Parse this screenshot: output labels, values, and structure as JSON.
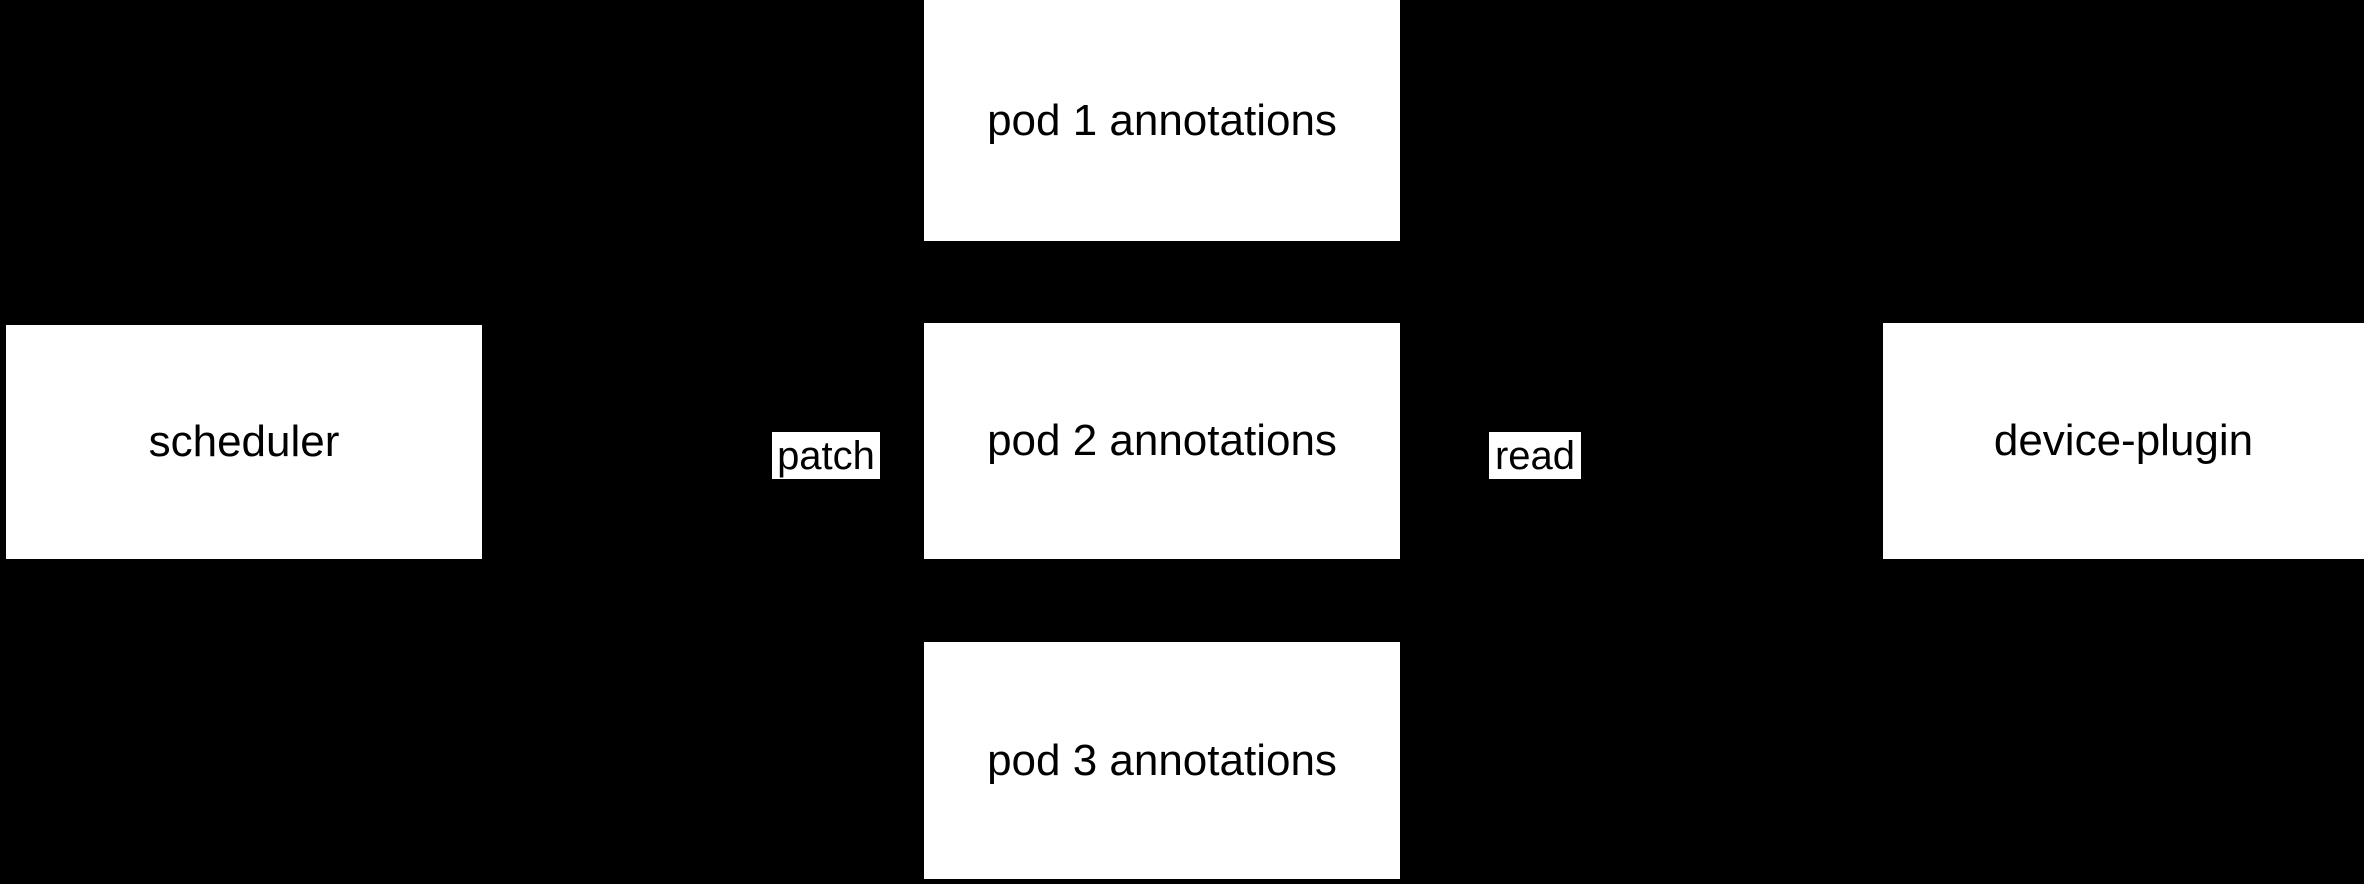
{
  "diagram": {
    "title": "scheduler device-plugin pod annotations flow",
    "background_color": "#000000",
    "node_fill_color": "#ffffff",
    "node_text_color": "#000000",
    "nodes": [
      {
        "id": "scheduler",
        "label": "scheduler"
      },
      {
        "id": "pod1",
        "label": "pod 1 annotations"
      },
      {
        "id": "pod2",
        "label": "pod 2 annotations"
      },
      {
        "id": "pod3",
        "label": "pod 3 annotations"
      },
      {
        "id": "device-plugin",
        "label": "device-plugin"
      }
    ],
    "edge_labels": [
      {
        "id": "patch",
        "label": "patch"
      },
      {
        "id": "read",
        "label": "read"
      }
    ]
  }
}
